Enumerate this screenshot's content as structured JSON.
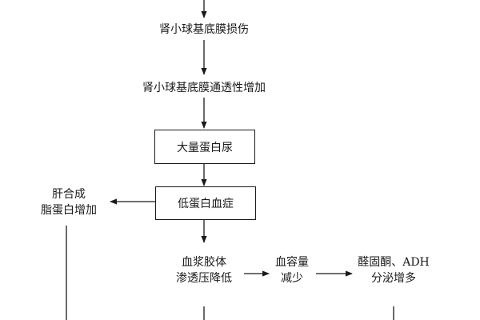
{
  "nodes": {
    "gbm_damage": "肾小球基底膜损伤",
    "gbm_permeability": "肾小球基底膜通透性增加",
    "massive_proteinuria": "大量蛋白尿",
    "hypoproteinemia": "低蛋白血症",
    "liver_synthesis": [
      "肝合成",
      "脂蛋白增加"
    ],
    "colloid_pressure": [
      "血浆胶体",
      "渗透压降低"
    ],
    "blood_volume": [
      "血容量",
      "减少"
    ],
    "aldosterone_adh": [
      "醛固酮、ADH",
      "分泌增多"
    ]
  }
}
